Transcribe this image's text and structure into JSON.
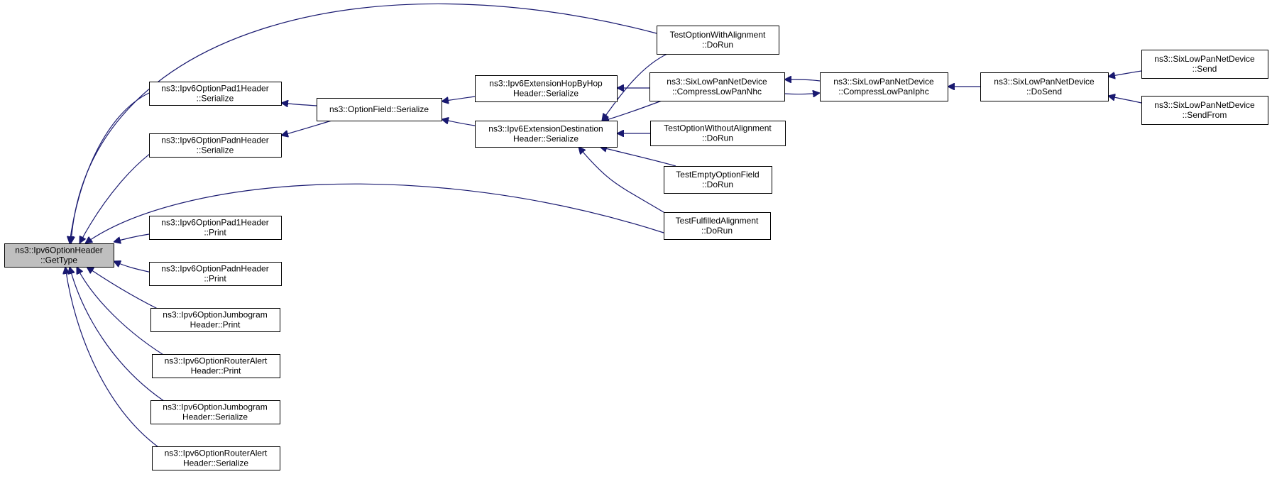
{
  "colors": {
    "edge": "#191970",
    "root_fill": "#bfbfbf",
    "node_fill": "#ffffff",
    "border": "#000000"
  },
  "nodes": [
    {
      "id": "root",
      "lines": [
        "ns3::Ipv6OptionHeader",
        "::GetType"
      ],
      "root": true
    },
    {
      "id": "pad1ser",
      "lines": [
        "ns3::Ipv6OptionPad1Header",
        "::Serialize"
      ]
    },
    {
      "id": "padnser",
      "lines": [
        "ns3::Ipv6OptionPadnHeader",
        "::Serialize"
      ]
    },
    {
      "id": "pad1print",
      "lines": [
        "ns3::Ipv6OptionPad1Header",
        "::Print"
      ]
    },
    {
      "id": "padnprint",
      "lines": [
        "ns3::Ipv6OptionPadnHeader",
        "::Print"
      ]
    },
    {
      "id": "jumboprint",
      "lines": [
        "ns3::Ipv6OptionJumbogram",
        "Header::Print"
      ]
    },
    {
      "id": "routerprint",
      "lines": [
        "ns3::Ipv6OptionRouterAlert",
        "Header::Print"
      ]
    },
    {
      "id": "jumboser",
      "lines": [
        "ns3::Ipv6OptionJumbogram",
        "Header::Serialize"
      ]
    },
    {
      "id": "routerser",
      "lines": [
        "ns3::Ipv6OptionRouterAlert",
        "Header::Serialize"
      ]
    },
    {
      "id": "optfield",
      "lines": [
        "ns3::OptionField::Serialize"
      ]
    },
    {
      "id": "hopbyhop",
      "lines": [
        "ns3::Ipv6ExtensionHopByHop",
        "Header::Serialize"
      ]
    },
    {
      "id": "dest",
      "lines": [
        "ns3::Ipv6ExtensionDestination",
        "Header::Serialize"
      ]
    },
    {
      "id": "withalign",
      "lines": [
        "TestOptionWithAlignment",
        "::DoRun"
      ]
    },
    {
      "id": "nhc",
      "lines": [
        "ns3::SixLowPanNetDevice",
        "::CompressLowPanNhc"
      ]
    },
    {
      "id": "withoutalign",
      "lines": [
        "TestOptionWithoutAlignment",
        "::DoRun"
      ]
    },
    {
      "id": "empty",
      "lines": [
        "TestEmptyOptionField",
        "::DoRun"
      ]
    },
    {
      "id": "fulfilled",
      "lines": [
        "TestFulfilledAlignment",
        "::DoRun"
      ]
    },
    {
      "id": "iphc",
      "lines": [
        "ns3::SixLowPanNetDevice",
        "::CompressLowPanIphc"
      ]
    },
    {
      "id": "dosend",
      "lines": [
        "ns3::SixLowPanNetDevice",
        "::DoSend"
      ]
    },
    {
      "id": "send",
      "lines": [
        "ns3::SixLowPanNetDevice",
        "::Send"
      ]
    },
    {
      "id": "sendfrom",
      "lines": [
        "ns3::SixLowPanNetDevice",
        "::SendFrom"
      ]
    }
  ],
  "edges": [
    [
      "withalign",
      "root"
    ],
    [
      "pad1ser",
      "root"
    ],
    [
      "padnser",
      "root"
    ],
    [
      "fulfilled",
      "root"
    ],
    [
      "pad1print",
      "root"
    ],
    [
      "padnprint",
      "root"
    ],
    [
      "jumboprint",
      "root"
    ],
    [
      "routerprint",
      "root"
    ],
    [
      "jumboser",
      "root"
    ],
    [
      "routerser",
      "root"
    ],
    [
      "optfield",
      "pad1ser"
    ],
    [
      "optfield",
      "padnser"
    ],
    [
      "hopbyhop",
      "optfield"
    ],
    [
      "dest",
      "optfield"
    ],
    [
      "nhc",
      "hopbyhop"
    ],
    [
      "withalign",
      "dest"
    ],
    [
      "nhc",
      "dest"
    ],
    [
      "withoutalign",
      "dest"
    ],
    [
      "empty",
      "dest"
    ],
    [
      "fulfilled",
      "dest"
    ],
    [
      "iphc",
      "nhc"
    ],
    [
      "nhc",
      "iphc"
    ],
    [
      "dosend",
      "iphc"
    ],
    [
      "send",
      "dosend"
    ],
    [
      "sendfrom",
      "dosend"
    ]
  ]
}
